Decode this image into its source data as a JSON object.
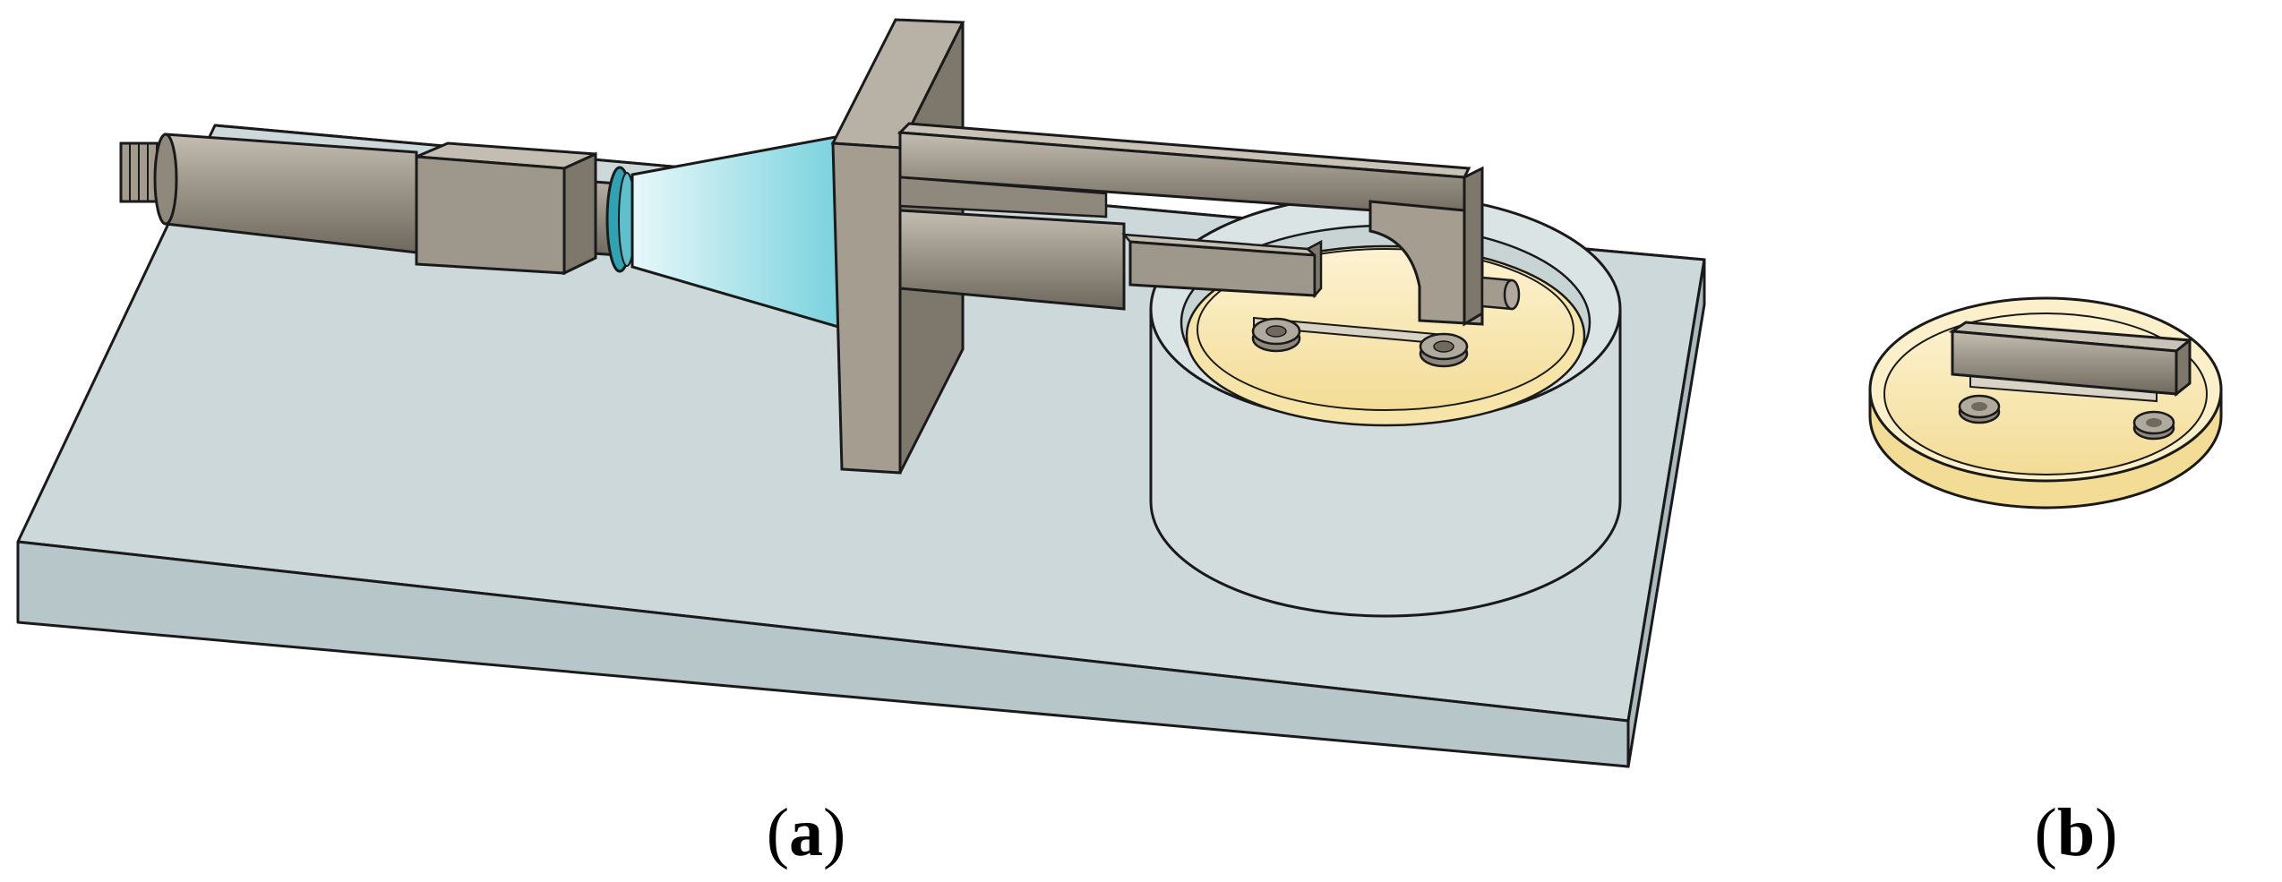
{
  "panels": [
    {
      "id": "a",
      "label": "a"
    },
    {
      "id": "b",
      "label": "b"
    }
  ],
  "colors": {
    "base_plate": "#ccd8da",
    "base_plate_side": "#b7c6c9",
    "metal": "#8f887c",
    "metal_light": "#b0a99d",
    "metal_dark": "#6f695f",
    "cone": "#7fd4de",
    "ring": "#2fa3b4",
    "dish": "#f7e4a8",
    "dish_rim": "#fbf0c9",
    "cup": "#d2dcdd",
    "outline": "#1a1a1a"
  }
}
